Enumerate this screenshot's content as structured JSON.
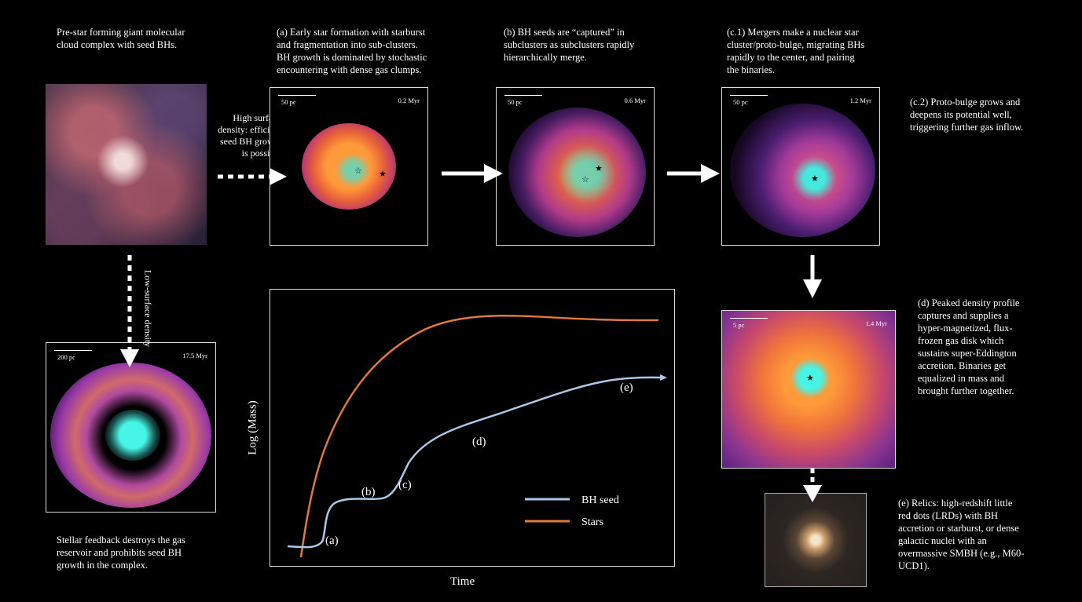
{
  "captions": {
    "pre": "Pre-star forming giant molecular\ncloud complex with seed BHs.",
    "a": "(a) Early star formation with starburst\nand fragmentation into sub-clusters.\nBH growth is dominated by stochastic\nencountering with dense gas clumps.",
    "b": "(b) BH seeds are “captured” in\nsubclusters as subclusters rapidly\nhierarchically merge.",
    "c1": "(c.1) Mergers make a nuclear star\ncluster/proto-bulge, migrating BHs\nrapidly to the center, and pairing\nthe binaries.",
    "c2": "(c.2) Proto-bulge grows and\ndeepens its potential well,\ntriggering further gas inflow.",
    "d": "(d) Peaked density profile\ncaptures and supplies a\nhyper-magnetized, flux-\nfrozen gas disk which\nsustains super-Eddington\naccretion. Binaries get\nequalized in mass and\nbrought further together.",
    "e": "(e) Relics: high-redshift little\nred dots (LRDs) with BH\naccretion or starburst, or dense\ngalactic nuclei with an\novermassive SMBH (e.g., M60-\nUCD1).",
    "feedback": "Stellar feedback destroys the gas\nreservoir and prohibits seed BH\ngrowth in the complex.",
    "high_density": "High surface\ndensity: efficient\nseed BH growth\nis possible",
    "low_density": "Low-surface density"
  },
  "panels": {
    "a": {
      "scale": "50 pc",
      "time": "0.2 Myr"
    },
    "b": {
      "scale": "50 pc",
      "time": "0.6 Myr"
    },
    "c": {
      "scale": "50 pc",
      "time": "1.2 Myr"
    },
    "d": {
      "scale": "5 pc",
      "time": "1.4 Myr"
    },
    "fb": {
      "scale": "200 pc",
      "time": "17.5 Myr"
    }
  },
  "chart_data": {
    "type": "line",
    "xlabel": "Time",
    "ylabel": "Log (Mass)",
    "series": [
      {
        "name": "BH seed",
        "color": "#a9c8e8"
      },
      {
        "name": "Stars",
        "color": "#e0793a"
      }
    ],
    "annotations": [
      "(a)",
      "(b)",
      "(c)",
      "(d)",
      "(e)"
    ]
  },
  "colors": {
    "arrow": "#ffffff",
    "bh": "#a9c8e8",
    "stars": "#e0793a"
  }
}
